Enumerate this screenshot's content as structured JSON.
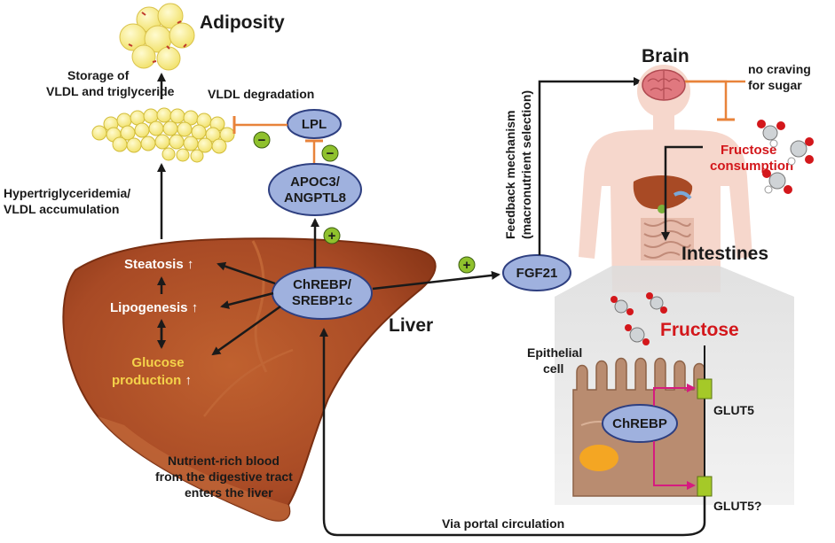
{
  "colors": {
    "liver": "#a84a25",
    "liver_dark": "#8b3718",
    "oval_fill": "#9fb1de",
    "oval_stroke": "#2e3f80",
    "inhibit": "#e8833a",
    "fructose_red": "#d3171b",
    "glucose_yellow": "#f4d24a",
    "body_pink": "#f6d7cc",
    "plus_minus_green": "#8fc12d",
    "cell_brown": "#b98c70",
    "glut_green": "#a5c928",
    "magenta": "#d61b7f"
  },
  "labels": {
    "adiposity": "Adiposity",
    "storage_line1": "Storage of",
    "storage_line2": "VLDL and triglyceride",
    "vldl_degradation": "VLDL degradation",
    "hyper_line1": "Hypertriglyceridemia/",
    "hyper_line2": "VLDL accumulation",
    "lpl": "LPL",
    "apoc3_line1": "APOC3/",
    "apoc3_line2": "ANGPTL8",
    "chrebp_line1": "ChREBP/",
    "chrebp_line2": "SREBP1c",
    "steatosis": "Steatosis",
    "lipogenesis": "Lipogenesis",
    "glucose_line1": "Glucose",
    "glucose_line2": "production",
    "up_arrow": "↑",
    "liver": "Liver",
    "fgf21": "FGF21",
    "feedback_line1": "Feedback mechanism",
    "feedback_line2": "(macronutrient selection)",
    "brain": "Brain",
    "no_craving_line1": "no craving",
    "no_craving_line2": "for sugar",
    "fructose_consumption_line1": "Fructose",
    "fructose_consumption_line2": "consumption",
    "intestines": "Intestines",
    "fructose": "Fructose",
    "epithelial_line1": "Epithelial",
    "epithelial_line2": "cell",
    "chrebp": "ChREBP",
    "glut5": "GLUT5",
    "glut5_q": "GLUT5?",
    "nutrient_line1": "Nutrient-rich blood",
    "nutrient_line2": "from the digestive tract",
    "nutrient_line3": "enters the liver",
    "portal": "Via portal circulation",
    "plus": "+",
    "minus": "−"
  }
}
